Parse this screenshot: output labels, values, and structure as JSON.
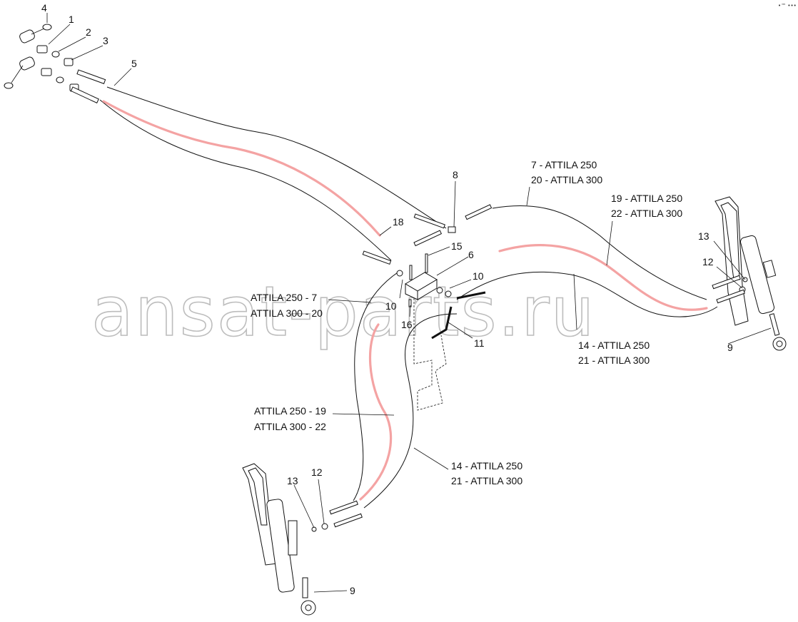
{
  "watermark": "ansat-parts.ru",
  "corner_mark": "•™ •••",
  "callouts": {
    "n1": "1",
    "n2": "2",
    "n3": "3",
    "n4": "4",
    "n5": "5",
    "n6": "6",
    "n8": "8",
    "n10a": "10",
    "n10b": "10",
    "n11": "11",
    "n12a": "12",
    "n12b": "12",
    "n13a": "13",
    "n13b": "13",
    "n15": "15",
    "n16": "16",
    "n18": "18",
    "n9a": "9",
    "n9b": "9",
    "top_center_1": "7 - ATTILA 250",
    "top_center_2": "20 - ATTILA 300",
    "top_right_1": "19 - ATTILA 250",
    "top_right_2": "22 - ATTILA 300",
    "mid_left_1": "ATTILA 250 - 7",
    "mid_left_2": "ATTILA 300 - 20",
    "mid_right_1": "14 - ATTILA 250",
    "mid_right_2": "21 - ATTILA 300",
    "low_left_1": "ATTILA 250 - 19",
    "low_left_2": "ATTILA 300 - 22",
    "low_center_1": "14 - ATTILA 250",
    "low_center_2": "21 - ATTILA 300"
  }
}
